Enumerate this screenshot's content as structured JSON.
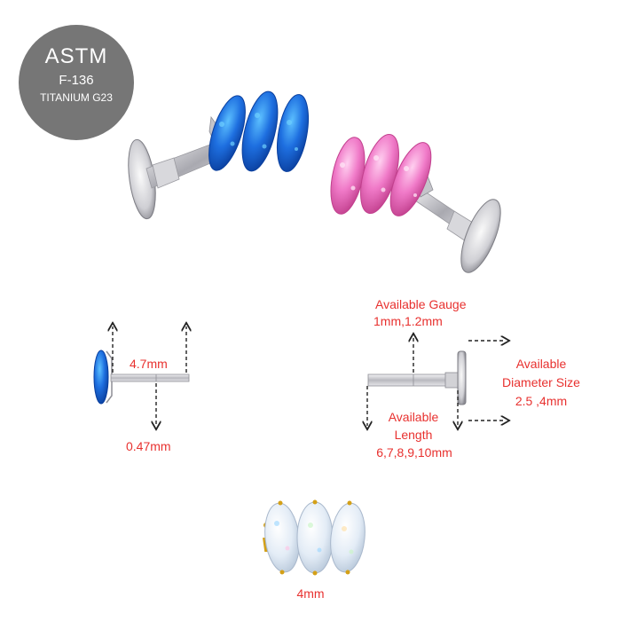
{
  "badge": {
    "line1": "ASTM",
    "line2": "F-136",
    "line3": "TITANIUM G23"
  },
  "labels": {
    "length_side": "4.7mm",
    "thickness": "0.47mm",
    "gauge_title": "Available Gauge",
    "gauge_values": "1mm,1.2mm",
    "diameter_title": "Available",
    "diameter_title2": "Diameter Size",
    "diameter_values": "2.5 ,4mm",
    "length_title": "Available",
    "length_title2": "Length",
    "length_values": "6,7,8,9,10mm",
    "top_size": "4mm"
  },
  "colors": {
    "annotation": "#e8312f",
    "badge": "#767676",
    "opal_blue": "#1e6fe0",
    "opal_pink": "#f07ac8",
    "opal_white": "#e6eef8",
    "metal": "#c8c8cc",
    "gold": "#d4a017"
  }
}
